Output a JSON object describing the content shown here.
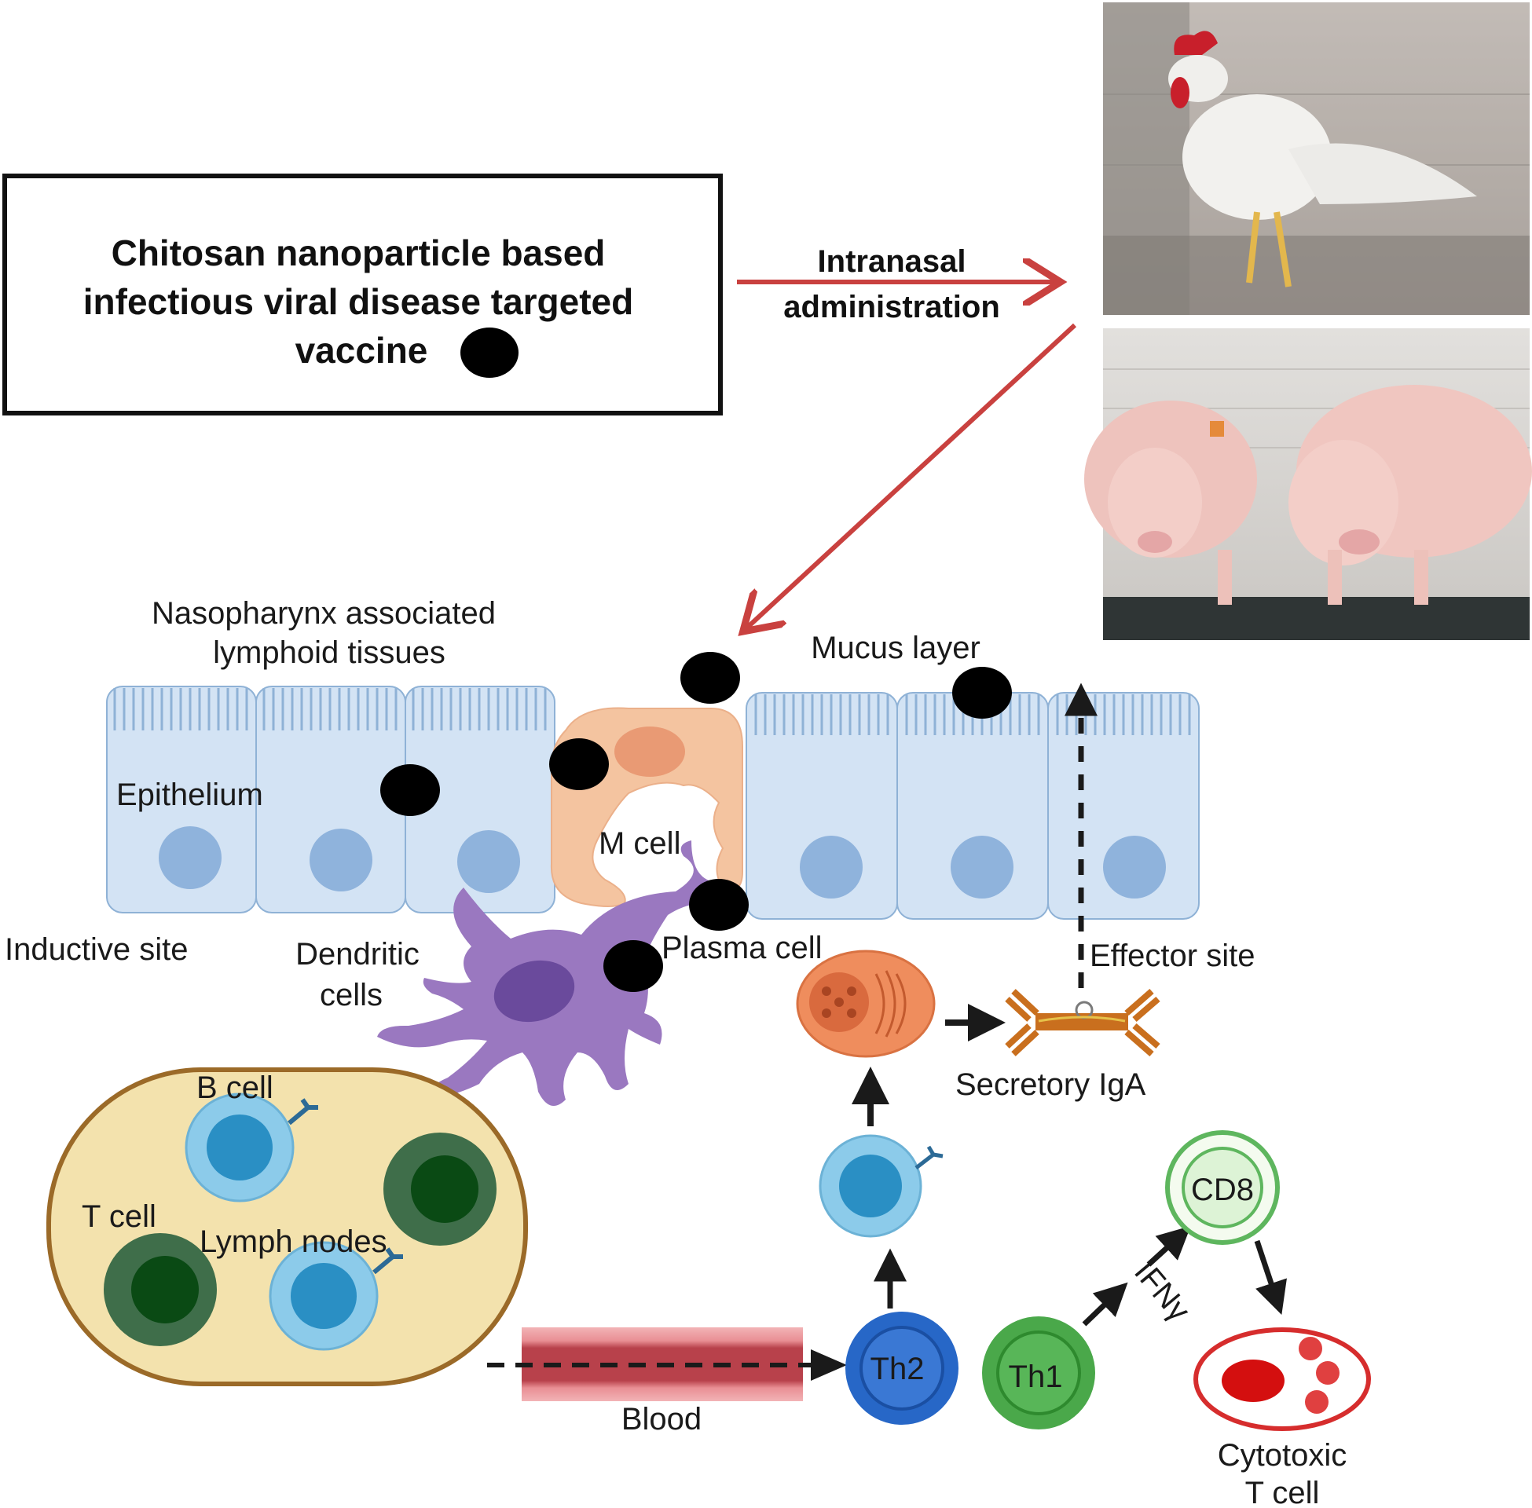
{
  "vaccine_box": {
    "line1": "Chitosan nanoparticle based",
    "line2": "infectious viral disease targeted",
    "line3": "vaccine"
  },
  "route": {
    "line1": "Intranasal",
    "line2": "administration"
  },
  "labels": {
    "nalt_line1": "Nasopharynx  associated",
    "nalt_line2": "lymphoid tissues",
    "mucus_layer": "Mucus layer",
    "epithelium": "Epithelium",
    "m_cell": "M cell",
    "inductive_site": "Inductive  site",
    "dendritic_line1": "Dendritic",
    "dendritic_line2": "cells",
    "plasma_cell": "Plasma cell",
    "effector_site": "Effector site",
    "secretory_iga": "Secretory IgA",
    "b_cell": "B cell",
    "t_cell": "T cell",
    "lymph_nodes": "Lymph  nodes",
    "blood": "Blood",
    "th2": "Th2",
    "th1": "Th1",
    "ifn_gamma": "IFNγ",
    "cd8": "CD8",
    "cytotoxic_line1": "Cytotoxic",
    "cytotoxic_line2": "T cell"
  },
  "photos": {
    "top": "chicken-photo",
    "bottom": "pigs-photo"
  },
  "colors": {
    "route_arrow": "#c9413f",
    "epithelium_fill": "#d3e3f4",
    "epithelium_stroke": "#8fb2d6",
    "nucleus": "#8fb3dc",
    "m_cell": "#f4c4a0",
    "dendritic": "#9a78c0",
    "lymph_node_fill": "#f3e2ad",
    "lymph_node_stroke": "#9b6a28",
    "b_cell": "#8ccbea",
    "t_cell": "#3f6e4a",
    "plasma_cell": "#ef8d5d",
    "iga": "#c96f1e",
    "blood": "#b8414b",
    "th2": "#2767c7",
    "th1": "#4aa84a",
    "cd8": "#5eb65e",
    "cytotoxic": "#d62d2d",
    "nanoparticle": "#000000"
  }
}
